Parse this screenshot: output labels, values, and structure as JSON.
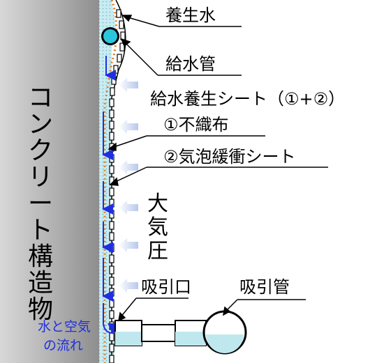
{
  "structure_label": [
    "コ",
    "ン",
    "ク",
    "リ",
    "ー",
    "ト",
    "構",
    "造",
    "物"
  ],
  "pressure_label": [
    "大",
    "気",
    "圧"
  ],
  "labels": {
    "curing_water": "養生水",
    "supply_pipe": "給水管",
    "curing_sheet": "給水養生シート（①+②）",
    "nonwoven": "①不織布",
    "bubble_sheet": "②気泡緩衝シート",
    "suction_port": "吸引口",
    "suction_pipe": "吸引管",
    "flow_line1": "水と空気",
    "flow_line2": "の流れ"
  },
  "colors": {
    "concrete": "#9a9a9a",
    "water": "#bfe8ee",
    "blue": "#1f2fe0",
    "orange": "#e07a20",
    "arrow": "#c5d2ec"
  }
}
